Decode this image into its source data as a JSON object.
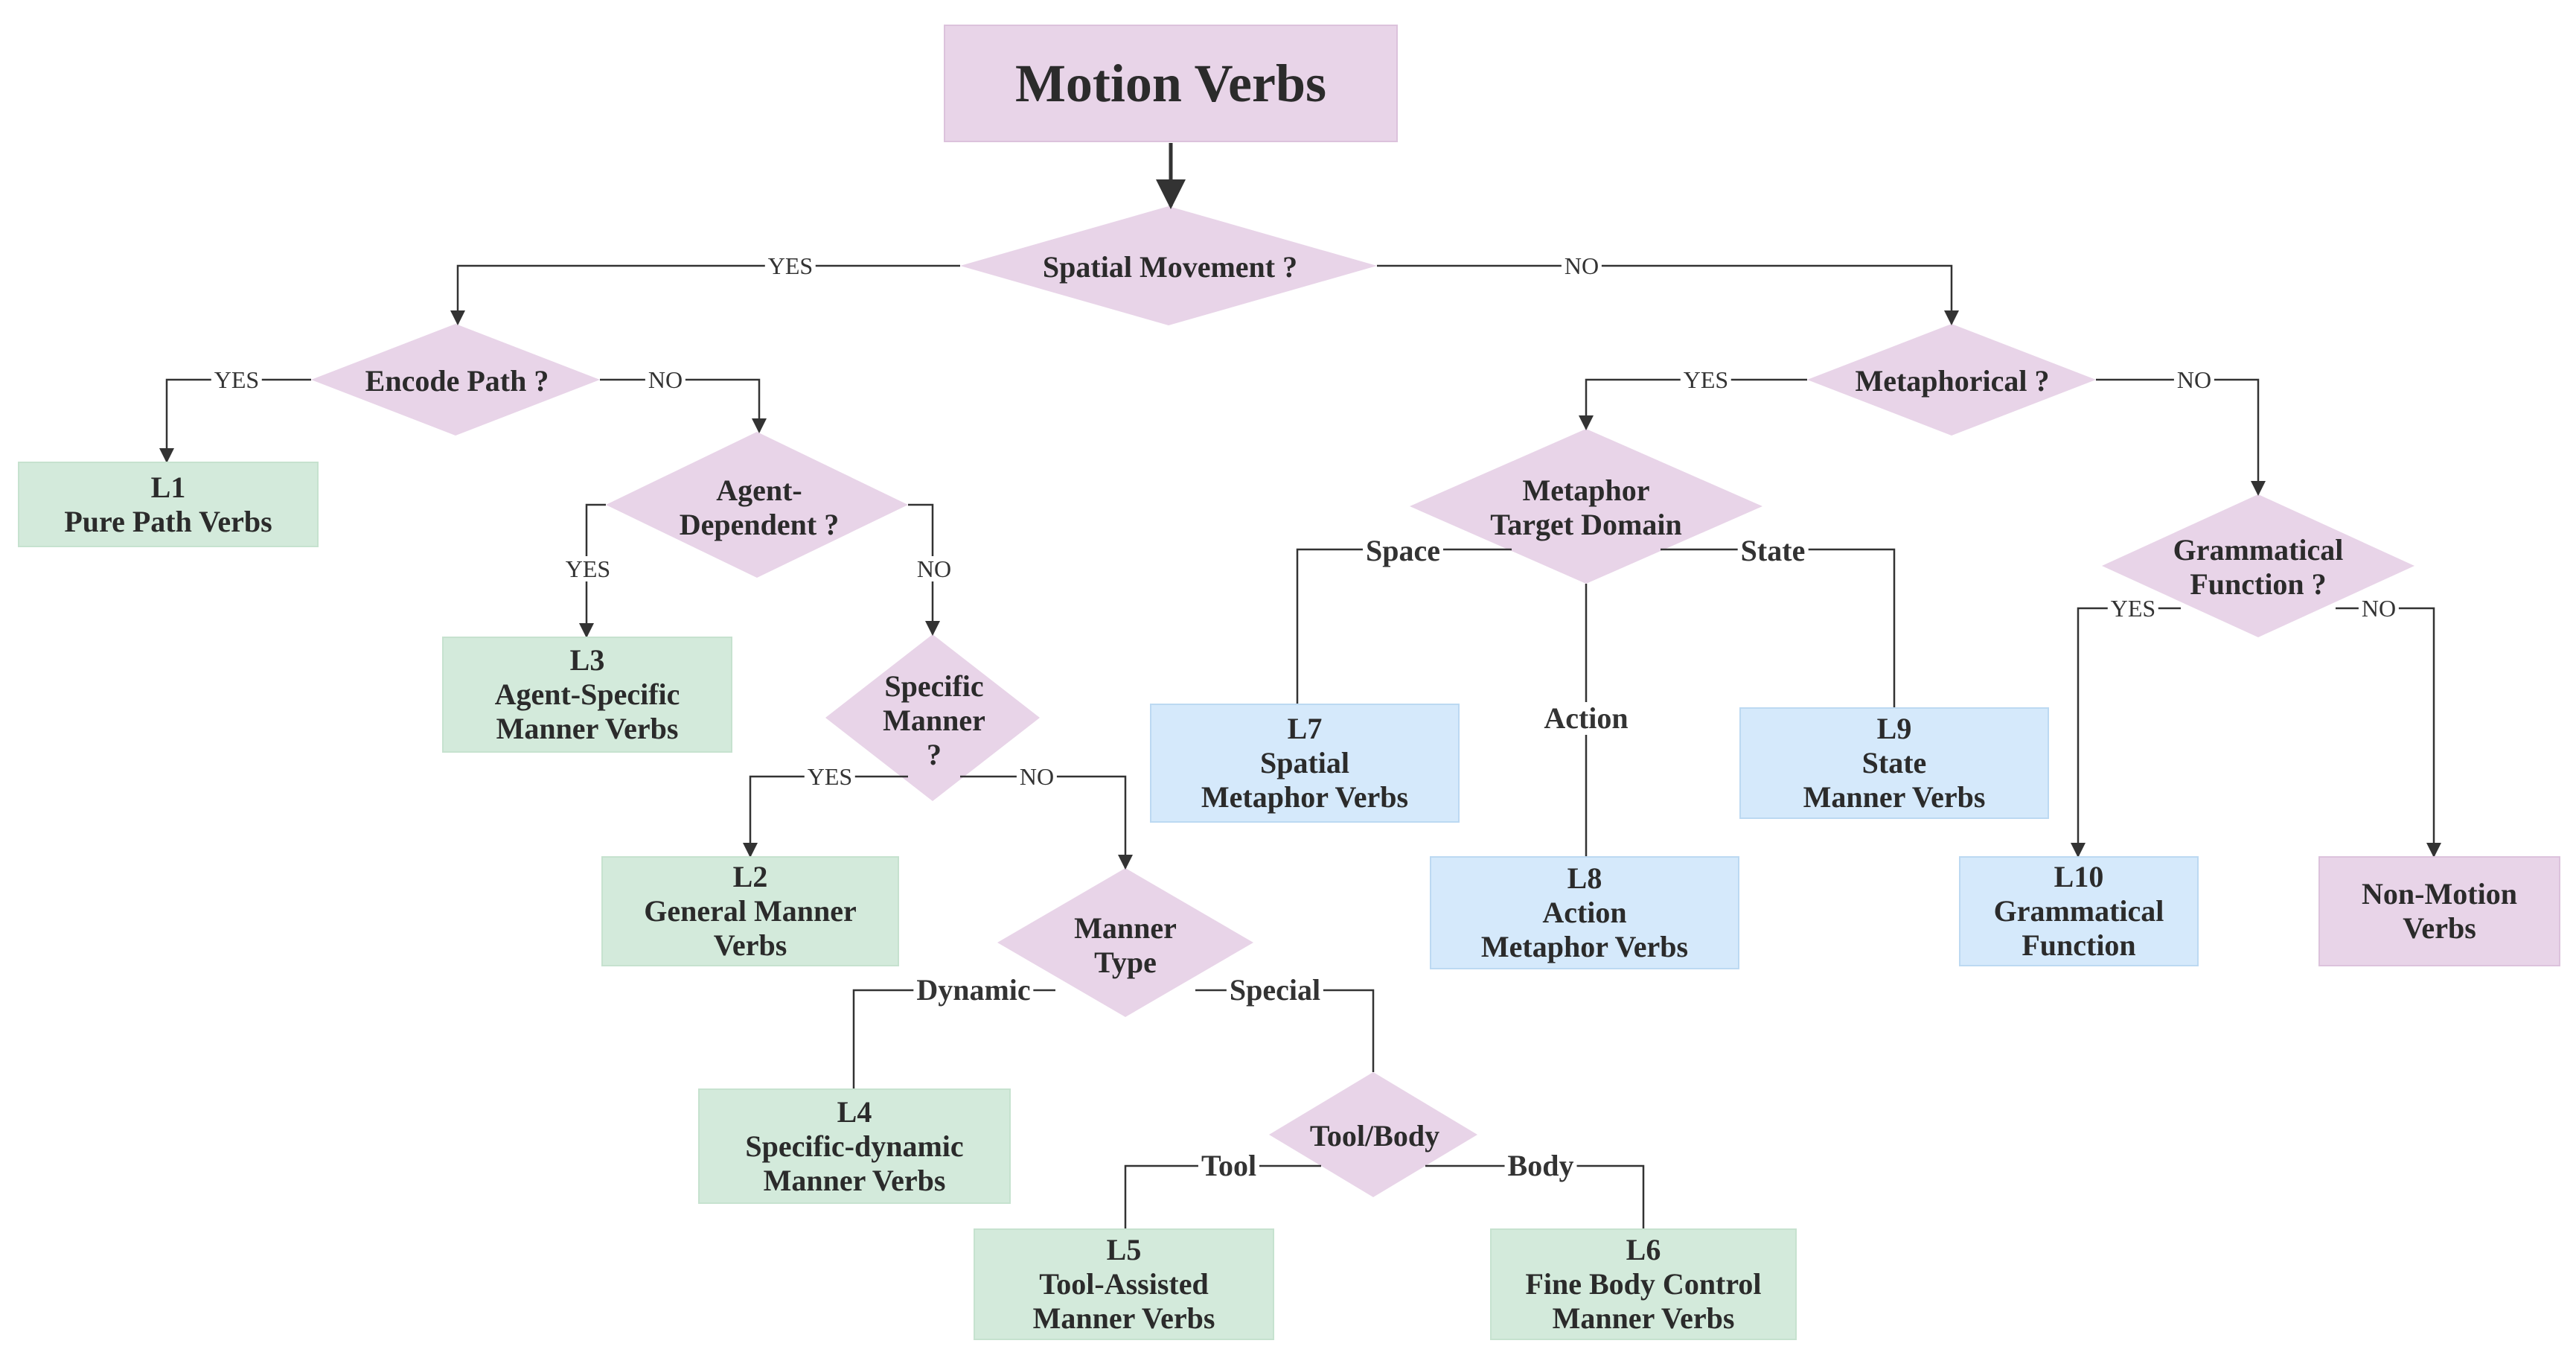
{
  "colors": {
    "green_box": "#d3eadb",
    "blue_box": "#d5e9fb",
    "purple_box": "#e8d4e8",
    "decision": "#e8d4e8",
    "line": "#333333"
  },
  "root": {
    "label": "Motion Verbs"
  },
  "decisions": {
    "spatial_movement": "Spatial Movement ?",
    "encode_path": "Encode Path ?",
    "agent_dependent": "Agent-\nDependent ?",
    "specific_manner": "Specific\nManner\n?",
    "manner_type": "Manner\nType",
    "tool_body": "Tool/Body",
    "metaphorical": "Metaphorical ?",
    "metaphor_target": "Metaphor\nTarget Domain",
    "grammatical_function": "Grammatical\nFunction ?"
  },
  "leaves": {
    "l1": "L1\nPure Path Verbs",
    "l2": "L2\nGeneral Manner\nVerbs",
    "l3": "L3\nAgent-Specific\nManner Verbs",
    "l4": "L4\nSpecific-dynamic\nManner Verbs",
    "l5": "L5\nTool-Assisted\nManner Verbs",
    "l6": "L6\nFine Body Control\nManner Verbs",
    "l7": "L7\nSpatial\nMetaphor Verbs",
    "l8": "L8\nAction\nMetaphor Verbs",
    "l9": "L9\nState\nManner Verbs",
    "l10": "L10\nGrammatical\nFunction",
    "non_motion": "Non-Motion\nVerbs"
  },
  "edge_labels": {
    "yes": "YES",
    "no": "NO",
    "dynamic": "Dynamic",
    "special": "Special",
    "tool": "Tool",
    "body": "Body",
    "space": "Space",
    "state": "State",
    "action": "Action"
  }
}
